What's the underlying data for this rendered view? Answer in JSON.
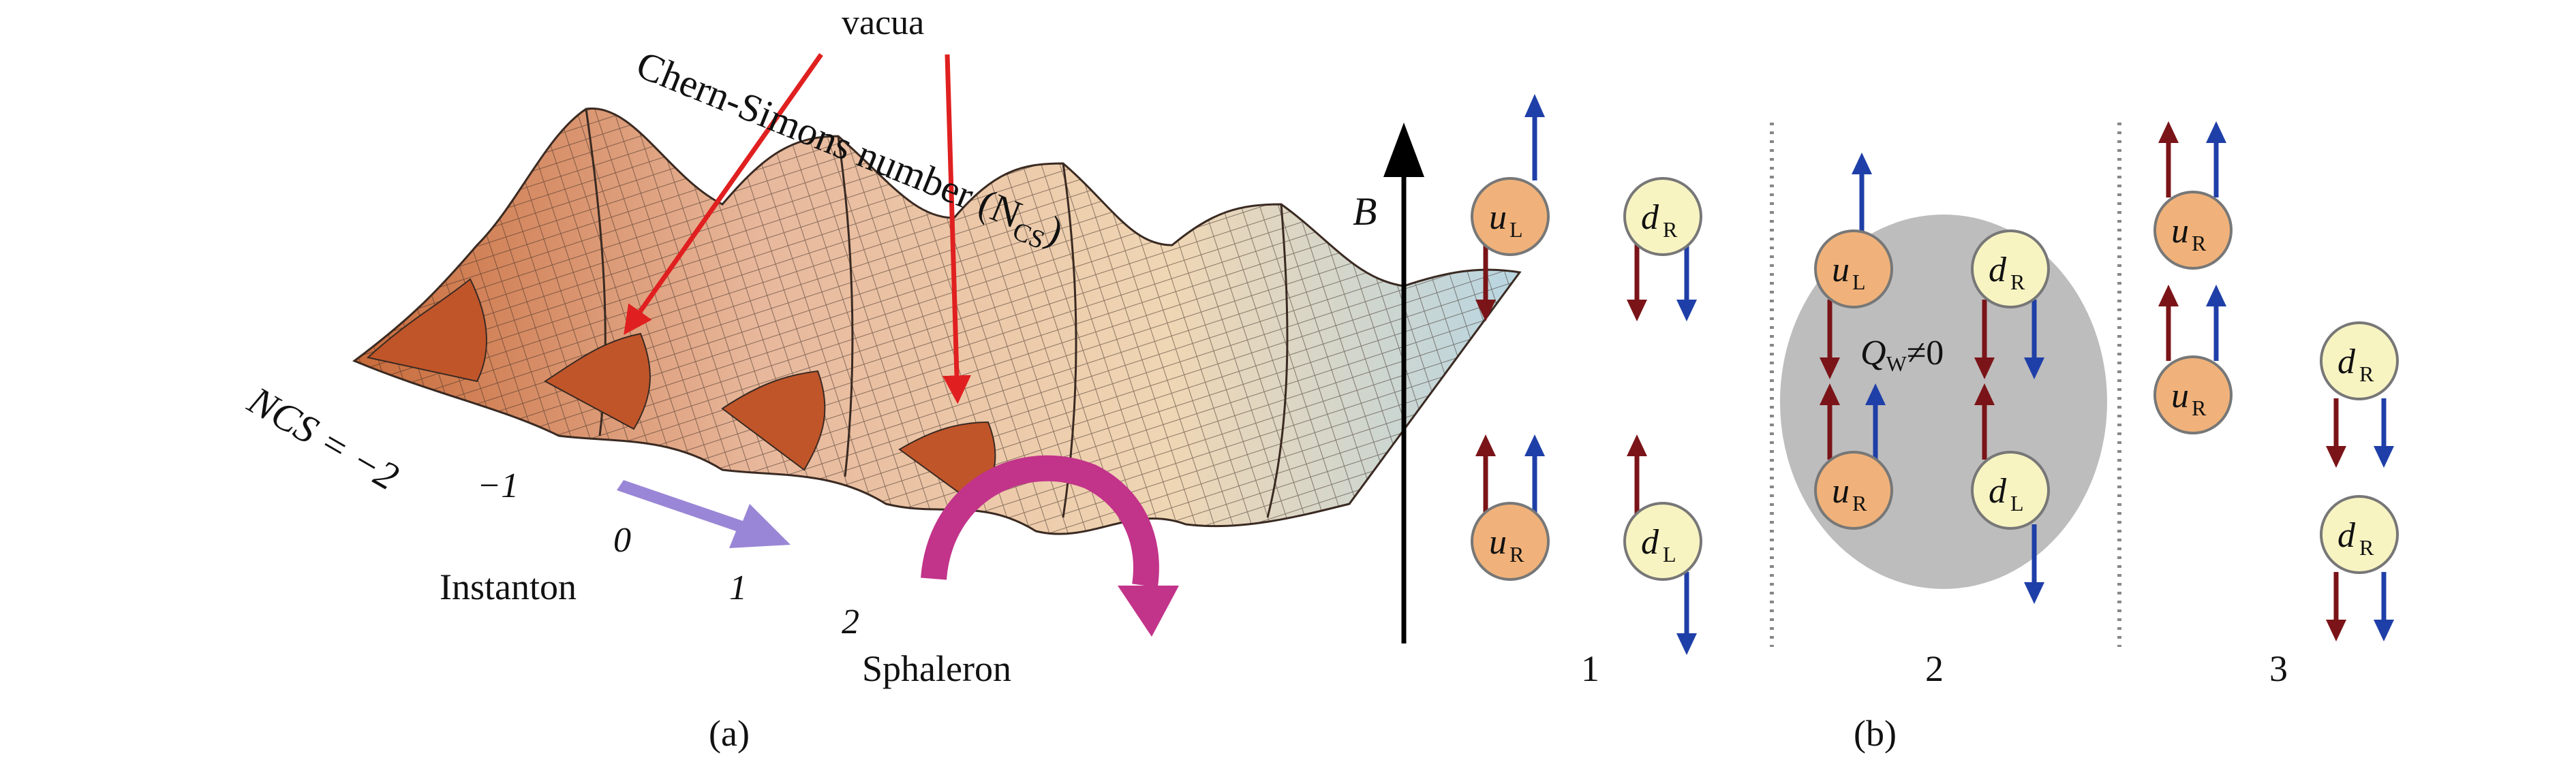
{
  "panel_a": {
    "caption": "(a)",
    "label_vacua": "vacua",
    "label_chern_simons": "Chern-Simons number (N",
    "label_chern_simons_sub": "CS",
    "label_chern_simons_close": ")",
    "label_ncs_prefix": "NCS = −2",
    "ticks": [
      "−1",
      "0",
      "1",
      "2"
    ],
    "label_instanton": "Instanton",
    "label_sphaleron": "Sphaleron"
  },
  "panel_b": {
    "caption": "(b)",
    "axis_label": "B",
    "q_label": "Q",
    "q_sub": "W",
    "q_rel": "≠0",
    "columns": [
      "1",
      "2",
      "3"
    ],
    "quark_u": "u",
    "quark_d": "d",
    "sub_L": "L",
    "sub_R": "R"
  },
  "colors": {
    "arrow_red": "#e02020",
    "spin_blue": "#1f3fa8",
    "momentum_darkred": "#7a1418",
    "u_fill": "#f0b27a",
    "d_fill": "#f8f4c2",
    "blob": "#bdbdbd",
    "instanton_arrow": "#9a86d6",
    "sphaleron_arrow": "#c2338a"
  }
}
